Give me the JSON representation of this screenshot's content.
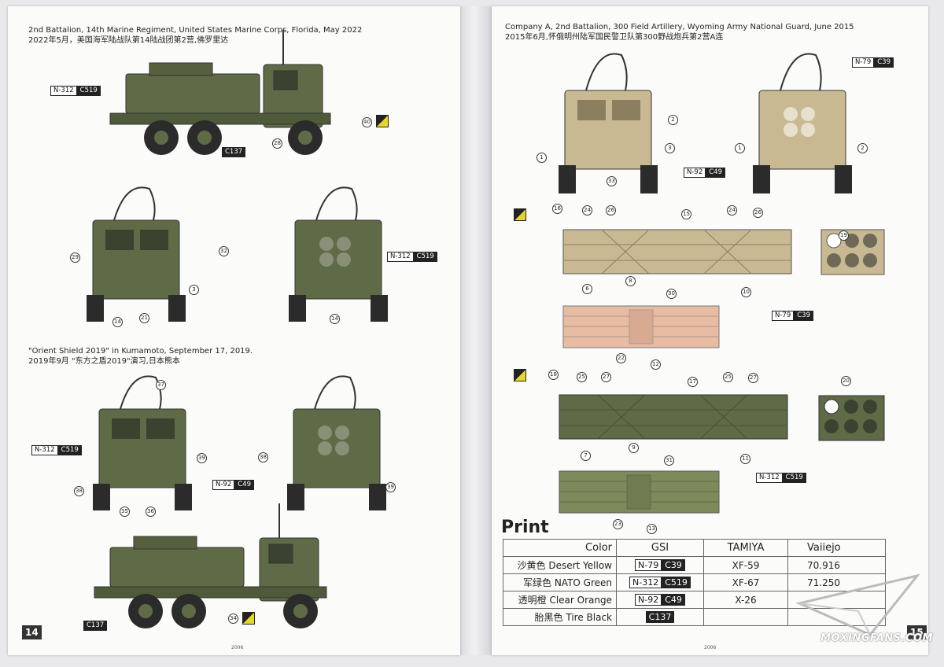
{
  "left_page": {
    "caption_1_en": "2nd Battalion, 14th Marine Regiment, United States Marine Corps, Florida, May 2022",
    "caption_1_zh": "2022年5月，美国海军陆战队第14陆战团第2营,佛罗里达",
    "caption_2_en": "\"Orient Shield 2019\" in Kumamoto, September 17, 2019.",
    "caption_2_zh": "2019年9月 \"东方之盾2019\"演习,日本熊本",
    "page_number": "14",
    "footer": "2006"
  },
  "right_page": {
    "caption_en": "Company A, 2nd Battalion, 300 Field Artillery, Wyoming Army National Guard, June 2015",
    "caption_zh": "2015年6月,怀俄明州陆军国民警卫队第300野战炮兵第2营A连",
    "page_number": "15",
    "footer": "2006"
  },
  "codes": {
    "nato_w": "N-312",
    "nato_b": "C519",
    "tire_b": "C137",
    "orange_w": "N-92",
    "orange_b": "C49",
    "desert_w": "N-79",
    "desert_b": "C39"
  },
  "callouts": {
    "c1": "1",
    "c2": "2",
    "c3": "3",
    "c6": "6",
    "c7": "7",
    "c8": "8",
    "c9": "9",
    "c10": "10",
    "c11": "11",
    "c12": "12",
    "c13": "13",
    "c14": "14",
    "c15": "15",
    "c16": "16",
    "c17": "17",
    "c18": "18",
    "c19": "19",
    "c20": "20",
    "c21": "21",
    "c22": "22",
    "c23": "23",
    "c24": "24",
    "c25": "25",
    "c26": "26",
    "c27": "27",
    "c28": "28",
    "c29": "29",
    "c30": "30",
    "c31": "31",
    "c32": "32",
    "c33": "33",
    "c34": "34",
    "c35": "35",
    "c36": "36",
    "c37": "37",
    "c38": "38",
    "c39": "39",
    "c40": "40"
  },
  "print": {
    "title": "Print",
    "headers": {
      "color": "Color",
      "gsi": "GSI",
      "tamiya": "TAMIYA",
      "vallejo": "Vaiiejo"
    },
    "rows": [
      {
        "zh": "沙黄色",
        "en": "Desert Yellow",
        "gsi_w": "N-79",
        "gsi_b": "C39",
        "tamiya": "XF-59",
        "vallejo": "70.916"
      },
      {
        "zh": "军绿色",
        "en": "NATO Green",
        "gsi_w": "N-312",
        "gsi_b": "C519",
        "tamiya": "XF-67",
        "vallejo": "71.250"
      },
      {
        "zh": "透明橙",
        "en": "Clear Orange",
        "gsi_w": "N-92",
        "gsi_b": "C49",
        "tamiya": "X-26",
        "vallejo": ""
      },
      {
        "zh": "胎黑色",
        "en": "Tire Black",
        "gsi_w": "",
        "gsi_b": "C137",
        "tamiya": "",
        "vallejo": ""
      }
    ]
  },
  "watermark": "MOXINGFANS.COM",
  "colors": {
    "nato_green": "#5f6b47",
    "desert_tan": "#c8b993",
    "tire_black": "#2b2b2b",
    "clear_orange": "#e0a040",
    "peach": "#e8bba3"
  }
}
